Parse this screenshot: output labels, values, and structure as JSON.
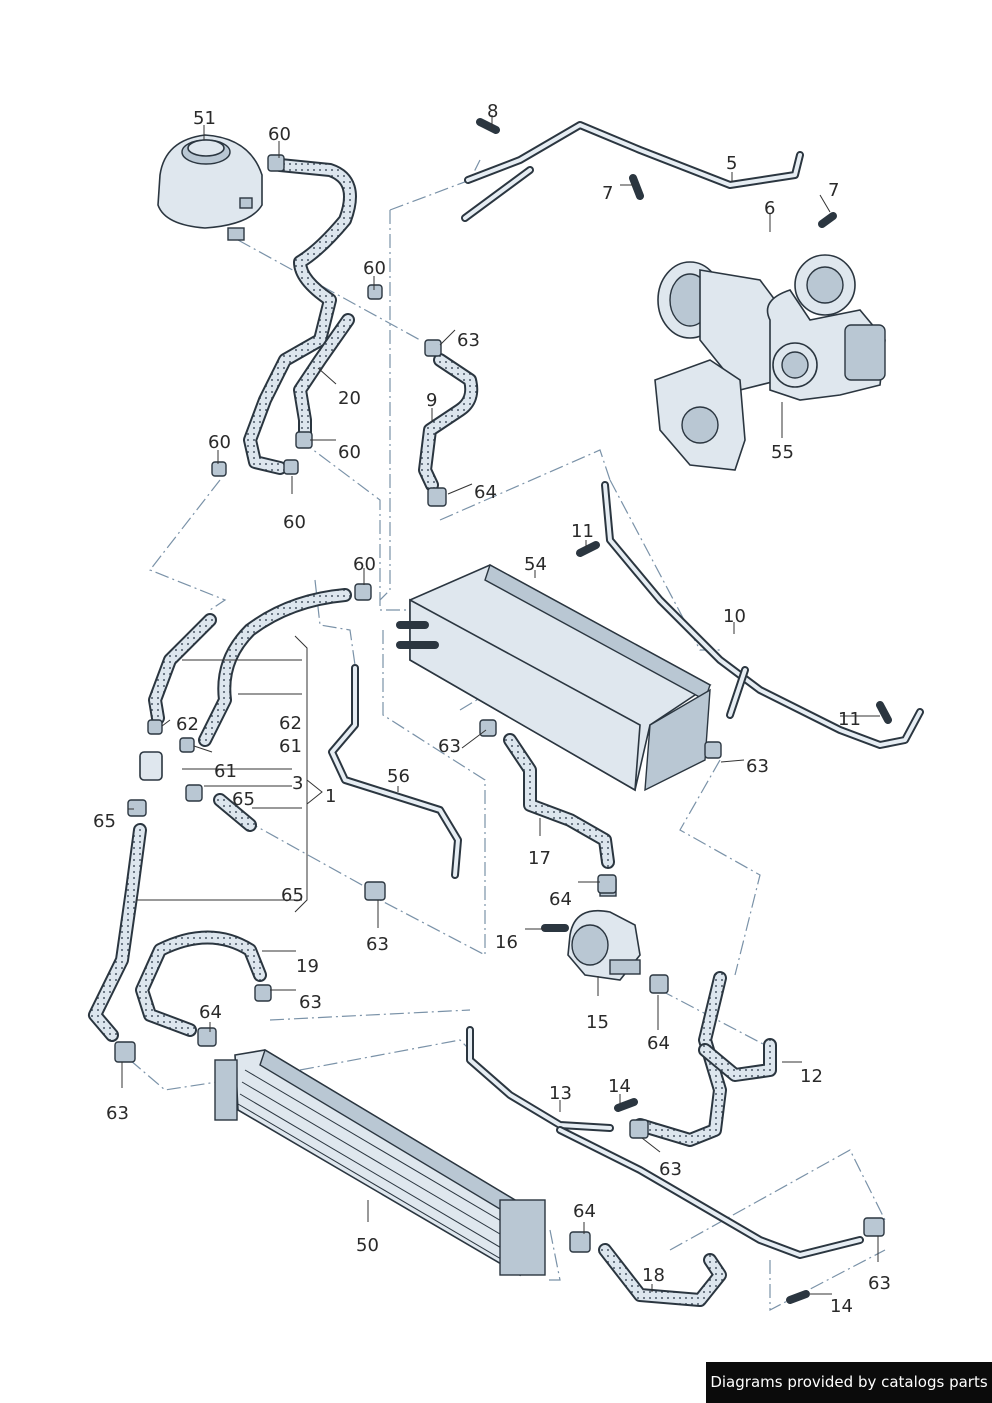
{
  "callouts": {
    "c51": "51",
    "c60a": "60",
    "c8": "8",
    "c5": "5",
    "c7a": "7",
    "c7b": "7",
    "c6": "6",
    "c60b": "60",
    "c63a": "63",
    "c20": "20",
    "c9": "9",
    "c60c": "60",
    "c60d": "60",
    "c60e": "60",
    "c55": "55",
    "c64a": "64",
    "c11a": "11",
    "c60f": "60",
    "c54": "54",
    "c10": "10",
    "c11b": "11",
    "c62a": "62",
    "c62b": "62",
    "c61a": "61",
    "c61b": "61",
    "c3": "3",
    "c65a": "65",
    "c1": "1",
    "c65b": "65",
    "c63b": "63",
    "c56": "56",
    "c63c": "63",
    "c17": "17",
    "c65c": "65",
    "c64b": "64",
    "c63d": "63",
    "c16": "16",
    "c19": "19",
    "c63e": "63",
    "c15": "15",
    "c64c": "64",
    "c64d": "64",
    "c12": "12",
    "c13": "13",
    "c14a": "14",
    "c63f": "63",
    "c63g": "63",
    "c50": "50",
    "c64e": "64",
    "c18": "18",
    "c63h": "63",
    "c14b": "14"
  },
  "footer": {
    "text": "Diagrams provided by catalogs parts"
  }
}
